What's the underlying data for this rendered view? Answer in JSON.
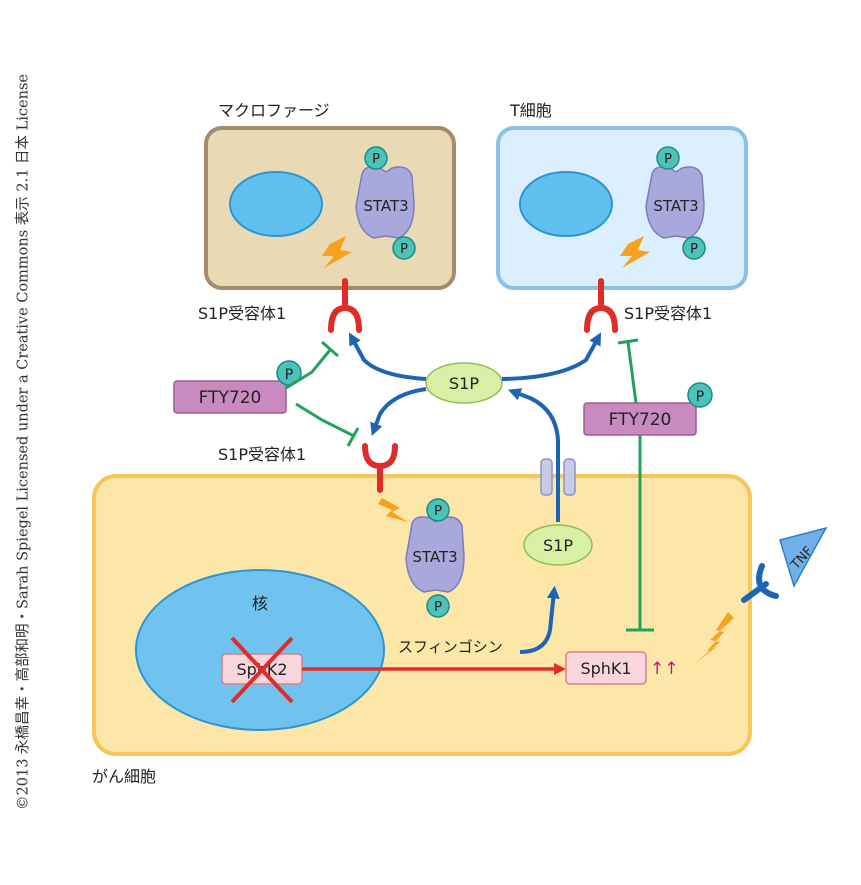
{
  "credit": "©2013 永橋昌幸・高部和明・Sarah Spiegel Licensed under a Creative Commons 表示 2.1 日本 License",
  "cells": {
    "macrophage": {
      "title": "マクロファージ",
      "fill": "#e9d9b4",
      "stroke": "#a58a6c"
    },
    "t_cell": {
      "title": "T細胞",
      "fill": "#dcefff",
      "stroke": "#8cc0e6"
    },
    "cancer_cell": {
      "title": "がん細胞",
      "fill": "#fde7a8",
      "stroke": "#f6c65a"
    }
  },
  "labels": {
    "receptor_macrophage": "S1P受容体1",
    "receptor_tcell": "S1P受容体1",
    "receptor_cancer": "S1P受容体1",
    "s1p_outside": "S1P",
    "s1p_inside": "S1P",
    "fty720_left": "FTY720",
    "fty720_right": "FTY720",
    "stat3": "STAT3",
    "phospho": "P",
    "nucleus": "核",
    "sphk2": "SphK2",
    "sphk1": "SphK1",
    "upregulation": "↑↑",
    "sphingosine": "スフィンゴシン",
    "tnf": "TNF"
  },
  "colors": {
    "arrow_blue": "#1e64b4",
    "inhibit_green": "#23a05a",
    "receptor_red": "#e02b2b",
    "pathway_red": "#e52a2a",
    "bolt": "#f6a21c",
    "stat3_fill": "#a9a8dc",
    "phospho_fill": "#4dc2b8",
    "s1p_fill": "#d8f0a6",
    "fty_fill": "#c98bbf",
    "sphk_fill": "#f9d6dc",
    "nucleus_fill": "#6fc3ee",
    "tnf_fill": "#6fb0e8"
  }
}
